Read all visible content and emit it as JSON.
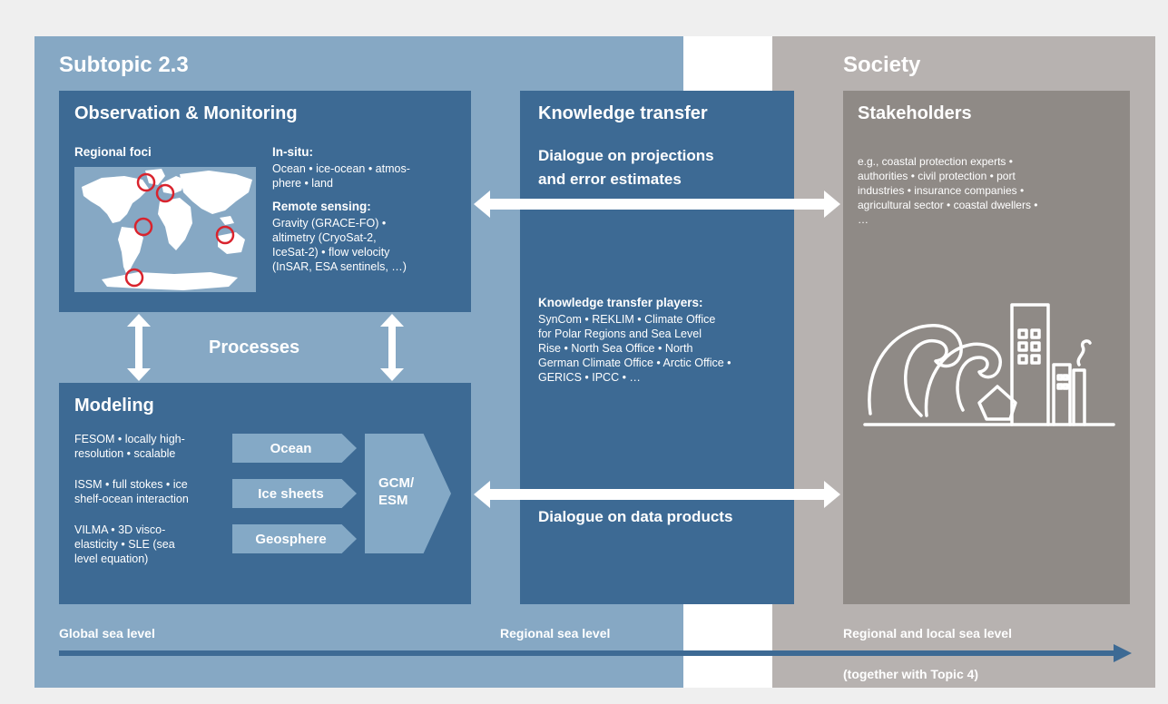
{
  "subtopic": {
    "title": "Subtopic 2.3"
  },
  "society": {
    "title": "Society"
  },
  "observation": {
    "title": "Observation & Monitoring",
    "regional_foci": "Regional foci",
    "insitu_title": "In-situ:",
    "insitu_lines": [
      "Ocean • ice-ocean • atmos-",
      "phere • land"
    ],
    "remote_title": "Remote sensing:",
    "remote_lines": [
      "Gravity (GRACE-FO) •",
      "altimetry (CryoSat-2,",
      "IceSat-2) • flow velocity",
      "(InSAR, ESA sentinels, …)"
    ]
  },
  "processes": {
    "label": "Processes"
  },
  "modeling": {
    "title": "Modeling",
    "fesom_lines": [
      "FESOM • locally high-",
      "resolution • scalable"
    ],
    "issm_lines": [
      "ISSM • full stokes • ice",
      "shelf-ocean interaction"
    ],
    "vilma_lines": [
      "VILMA • 3D visco-",
      "elasticity • SLE (sea",
      "level equation)"
    ],
    "components": [
      "Ocean",
      "Ice sheets",
      "Geosphere"
    ],
    "gcm_lines": [
      "GCM/",
      "ESM"
    ]
  },
  "knowledge": {
    "title": "Knowledge transfer",
    "dialogue_projections_lines": [
      "Dialogue on projections",
      "and error estimates"
    ],
    "players_title": "Knowledge transfer players:",
    "players_lines": [
      "SynCom • REKLIM • Climate Office",
      "for Polar Regions and Sea Level",
      "Rise • North Sea Office • North",
      "German Climate Office • Arctic Office •",
      "GERICS • IPCC • …"
    ],
    "dialogue_data": "Dialogue on data products"
  },
  "stakeholders": {
    "title": "Stakeholders",
    "lines": [
      "e.g., coastal protection experts •",
      "authorities • civil protection • port",
      "industries • insurance companies •",
      "agricultural sector • coastal dwellers •",
      "…"
    ]
  },
  "scale": {
    "global": "Global sea level",
    "regional": "Regional sea level",
    "regional_local": "Regional and local sea level",
    "note": "(together with Topic 4)"
  },
  "colors": {
    "light_blue": "#86a8c4",
    "dark_blue": "#3d6a94",
    "society_grey": "#b7b2b0",
    "stakeholder_grey": "#8f8a86",
    "chevron_blue": "#84a9c6",
    "marker_red": "#d9232d"
  }
}
